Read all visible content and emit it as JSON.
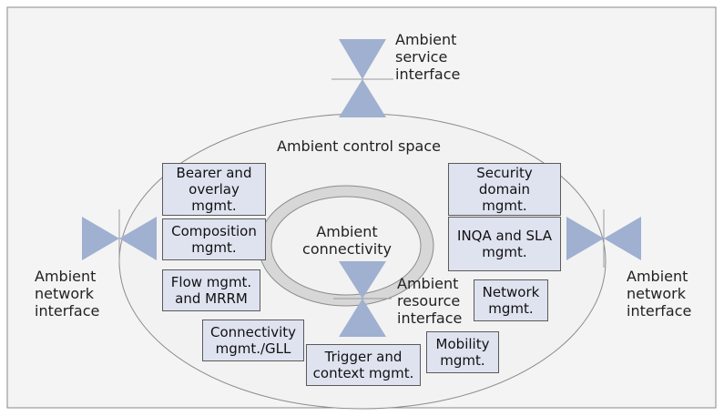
{
  "colors": {
    "panel_bg": "#f4f4f4",
    "panel_border": "#888888",
    "ellipse_fill": "#f2f2f2",
    "ellipse_stroke": "#8c8c8c",
    "ring_fill": "#d7d7d7",
    "box_fill": "#dfe3f0",
    "box_border": "#5a5a5a",
    "interface_fill": "#9fb0d0"
  },
  "labels": {
    "ambient_service_interface": "Ambient\nservice\ninterface",
    "ambient_control_space": "Ambient control space",
    "ambient_connectivity": "Ambient\nconnectivity",
    "ambient_resource_interface": "Ambient\nresource\ninterface",
    "ambient_network_interface_left": "Ambient\nnetwork\ninterface",
    "ambient_network_interface_right": "Ambient\nnetwork\ninterface"
  },
  "functions": {
    "bearer_overlay": "Bearer and\noverlay\nmgmt.",
    "composition": "Composition\nmgmt.",
    "flow_mrrm": "Flow mgmt.\nand MRRM",
    "connectivity_gll": "Connectivity\nmgmt./GLL",
    "trigger_context": "Trigger and\ncontext mgmt.",
    "mobility": "Mobility\nmgmt.",
    "network": "Network\nmgmt.",
    "inqa_sla": "INQA and SLA\nmgmt.",
    "security_domain": "Security\ndomain\nmgmt."
  },
  "icons": {
    "interface": "bowtie-connector-icon"
  }
}
